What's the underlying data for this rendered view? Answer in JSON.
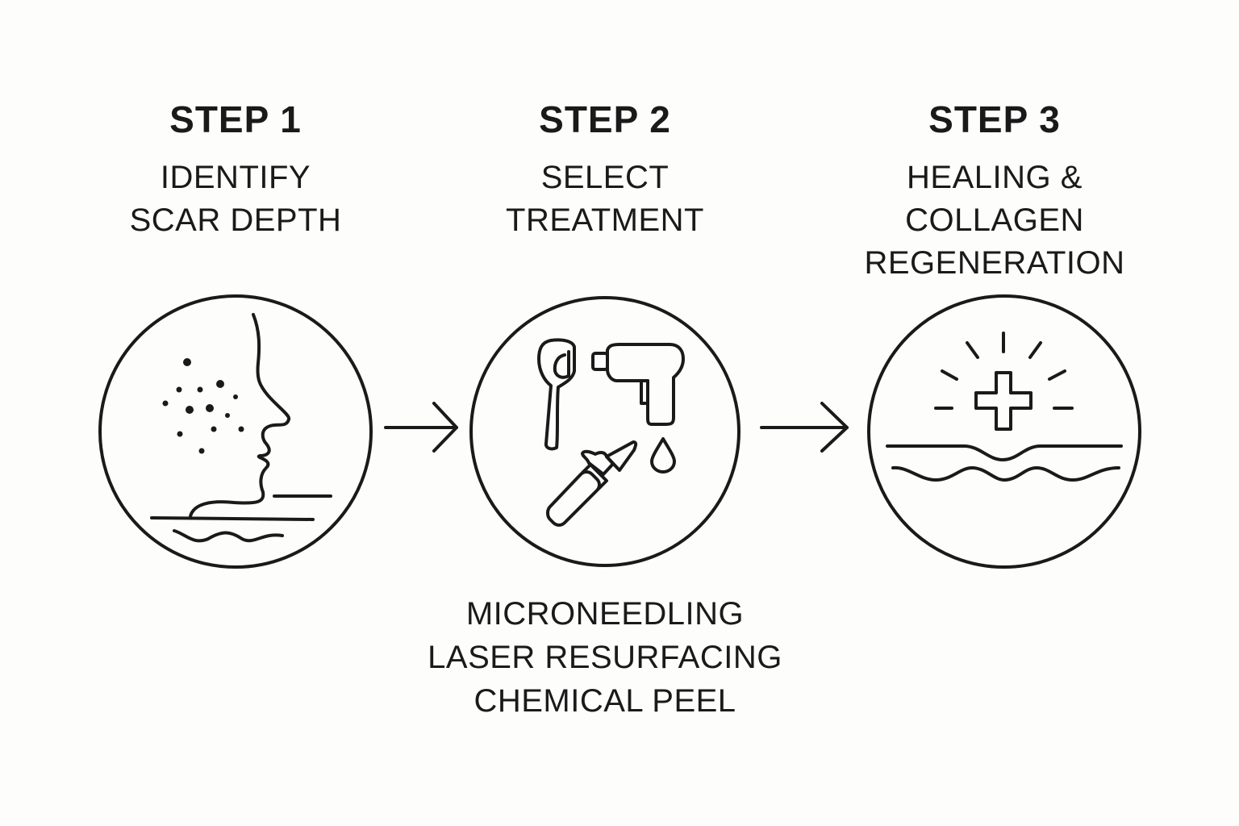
{
  "steps": [
    {
      "title": "STEP 1",
      "description_lines": [
        "IDENTIFY",
        "SCAR DEPTH"
      ],
      "icon": "face-profile-with-scars-icon"
    },
    {
      "title": "STEP 2",
      "description_lines": [
        "SELECT",
        "TREATMENT"
      ],
      "icon": "treatment-tools-icon",
      "treatment_options": [
        "MICRONEEDLING",
        "LASER RESURFACING",
        "CHEMICAL PEEL"
      ]
    },
    {
      "title": "STEP 3",
      "description_lines": [
        "HEALING &",
        "COLLAGEN",
        "REGENERATION"
      ],
      "icon": "healing-cross-skin-icon"
    }
  ],
  "connectors": [
    "arrow-right-icon",
    "arrow-right-icon"
  ],
  "colors": {
    "ink": "#1a1a1a",
    "background": "#fdfdfc"
  }
}
